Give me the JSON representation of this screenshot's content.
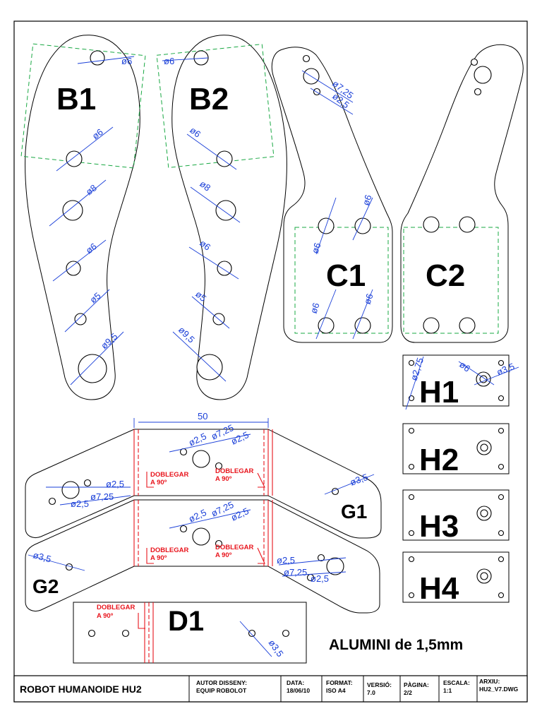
{
  "parts": {
    "b1": "B1",
    "b2": "B2",
    "c1": "C1",
    "c2": "C2",
    "h1": "H1",
    "h2": "H2",
    "h3": "H3",
    "h4": "H4",
    "g1": "G1",
    "g2": "G2",
    "d1": "D1"
  },
  "dims": {
    "b1": [
      "ø6",
      "ø6",
      "ø8",
      "ø6",
      "ø5",
      "ø9,5"
    ],
    "b2": [
      "ø6",
      "ø6",
      "ø8",
      "ø6",
      "ø5",
      "ø9,5"
    ],
    "c1": [
      "ø7,25",
      "ø2,5",
      "ø6",
      "ø6",
      "ø6",
      "ø6"
    ],
    "h1": [
      "ø2,75",
      "ø6",
      "ø3,5"
    ],
    "g_top": [
      "50",
      "ø2,5",
      "ø7,25",
      "ø2,5",
      "ø2,5",
      "ø7,25",
      "ø2,5",
      "ø3,5"
    ],
    "g_bottom": [
      "ø2,5",
      "ø7,25",
      "ø2,5",
      "ø3,5",
      "ø2,5",
      "ø7,25",
      "ø2,5"
    ],
    "d1": "ø3,5"
  },
  "bend_note": {
    "line1": "DOBLEGAR",
    "line2": "A 90º"
  },
  "material": "ALUMINI de 1,5mm",
  "title_block": {
    "title": "ROBOT HUMANOIDE HU2",
    "author_label": "AUTOR DISSENY:",
    "author_value": "EQUIP ROBOLOT",
    "date_label": "DATA:",
    "date_value": "18/06/10",
    "format_label": "FORMAT:",
    "format_value": "ISO A4",
    "version_label": "VERSIÓ:",
    "version_value": "7.0",
    "page_label": "PÀGINA:",
    "page_value": "2/2",
    "scale_label": "ESCALA:",
    "scale_value": "1:1",
    "file_label": "ARXIU:",
    "file_value": "HU2_V7.DWG"
  },
  "colors": {
    "dimension": "#1a3fd8",
    "bend": "#e8141c",
    "bend_zone": "#19a843",
    "outline": "#000000"
  }
}
